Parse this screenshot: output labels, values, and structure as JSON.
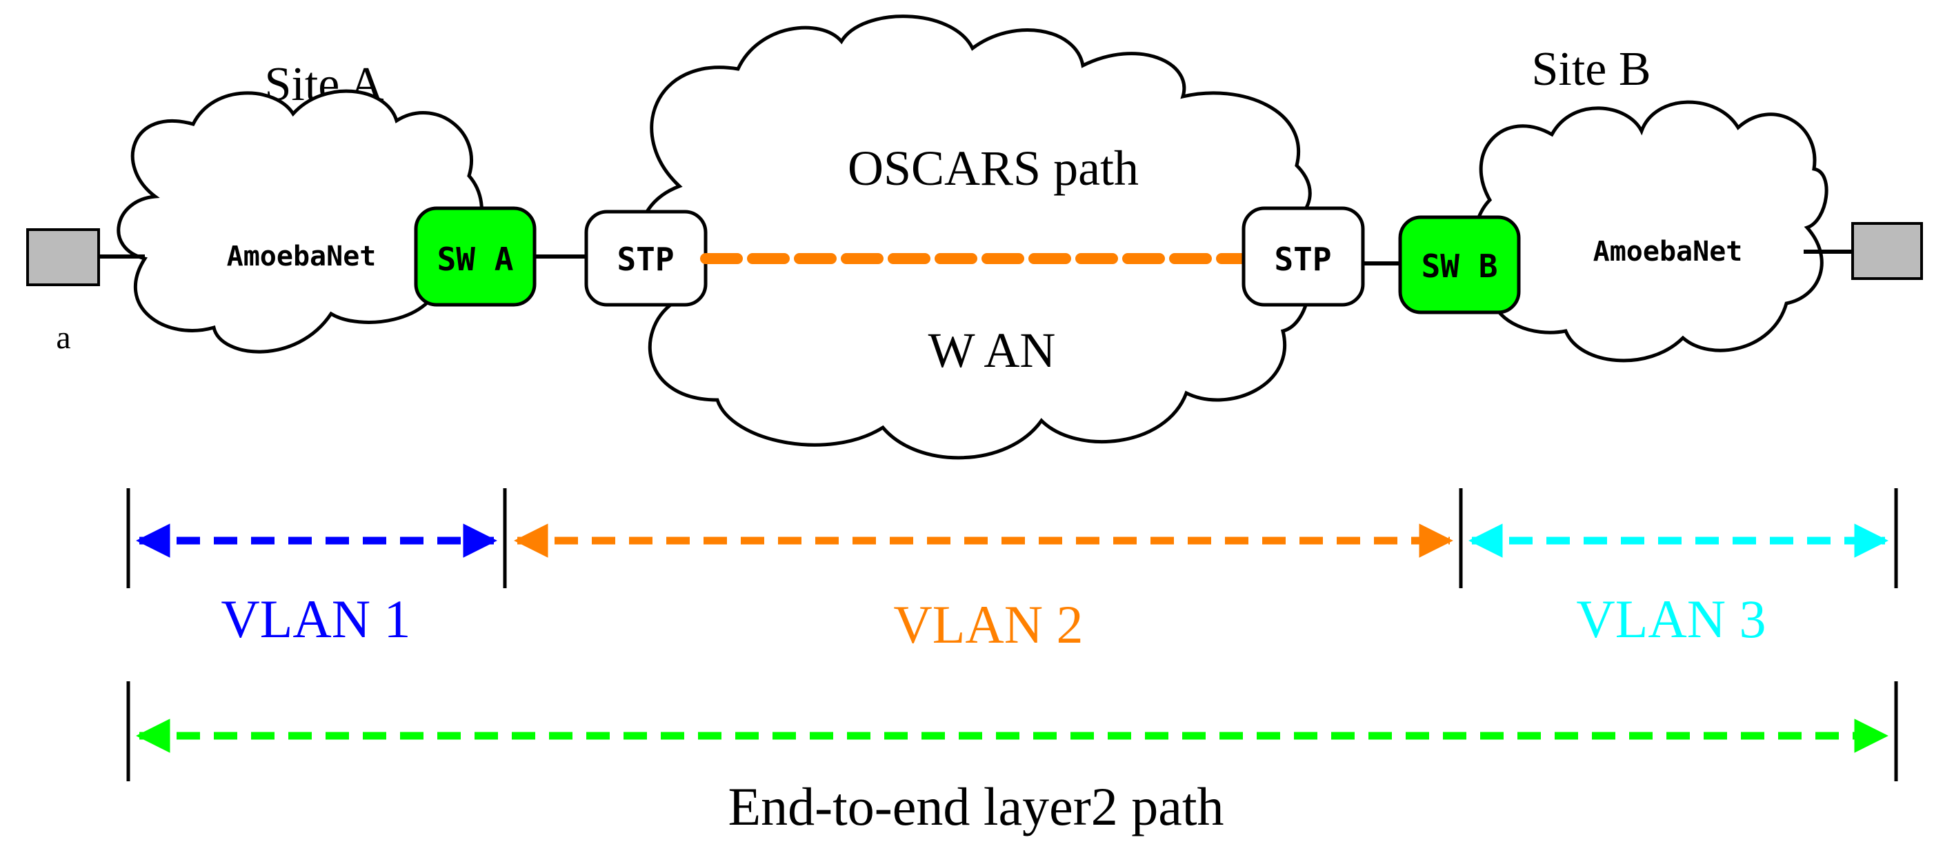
{
  "site_a": {
    "title": "Site A",
    "network": "AmoebaNet",
    "switch": "SW A",
    "host_label": "a"
  },
  "site_b": {
    "title": "Site B",
    "network": "AmoebaNet",
    "switch": "SW B"
  },
  "wan": {
    "title": "OSCARS path",
    "subtitle": "W AN",
    "stp_left": "STP",
    "stp_right": "STP",
    "path_color": "#FF8000"
  },
  "segments": [
    {
      "label": "VLAN 1",
      "color": "#0000FF"
    },
    {
      "label": "VLAN 2",
      "color": "#FF8000"
    },
    {
      "label": "VLAN 3",
      "color": "#00FFFF"
    }
  ],
  "end_to_end": {
    "label": "End-to-end layer2 path",
    "color": "#00FF00"
  },
  "colors": {
    "switch_fill": "#00FF00",
    "host_fill": "#BBBBBB"
  }
}
